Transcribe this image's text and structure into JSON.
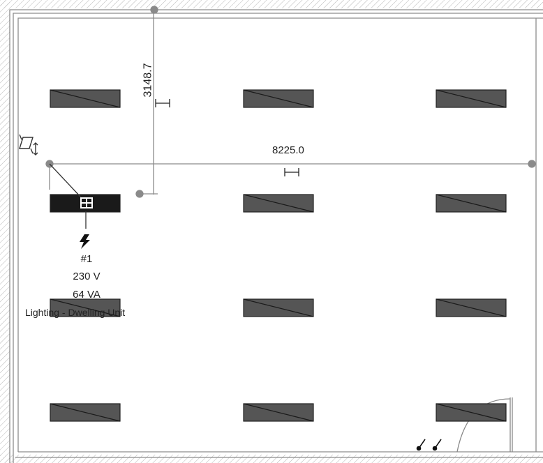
{
  "plan": {
    "dimension_horizontal": "8225.0",
    "dimension_vertical": "3148.7",
    "selected_fixture": {
      "circuit_number": "#1",
      "voltage": "230 V",
      "apparent_power": "64 VA",
      "circuit_type": "Lighting - Dwelling Unit"
    }
  },
  "colors": {
    "fixture_fill": "#555555",
    "fixture_selected_fill": "#1a1a1a",
    "wall_line": "#888888",
    "dimension_line": "#8a8a8a"
  }
}
